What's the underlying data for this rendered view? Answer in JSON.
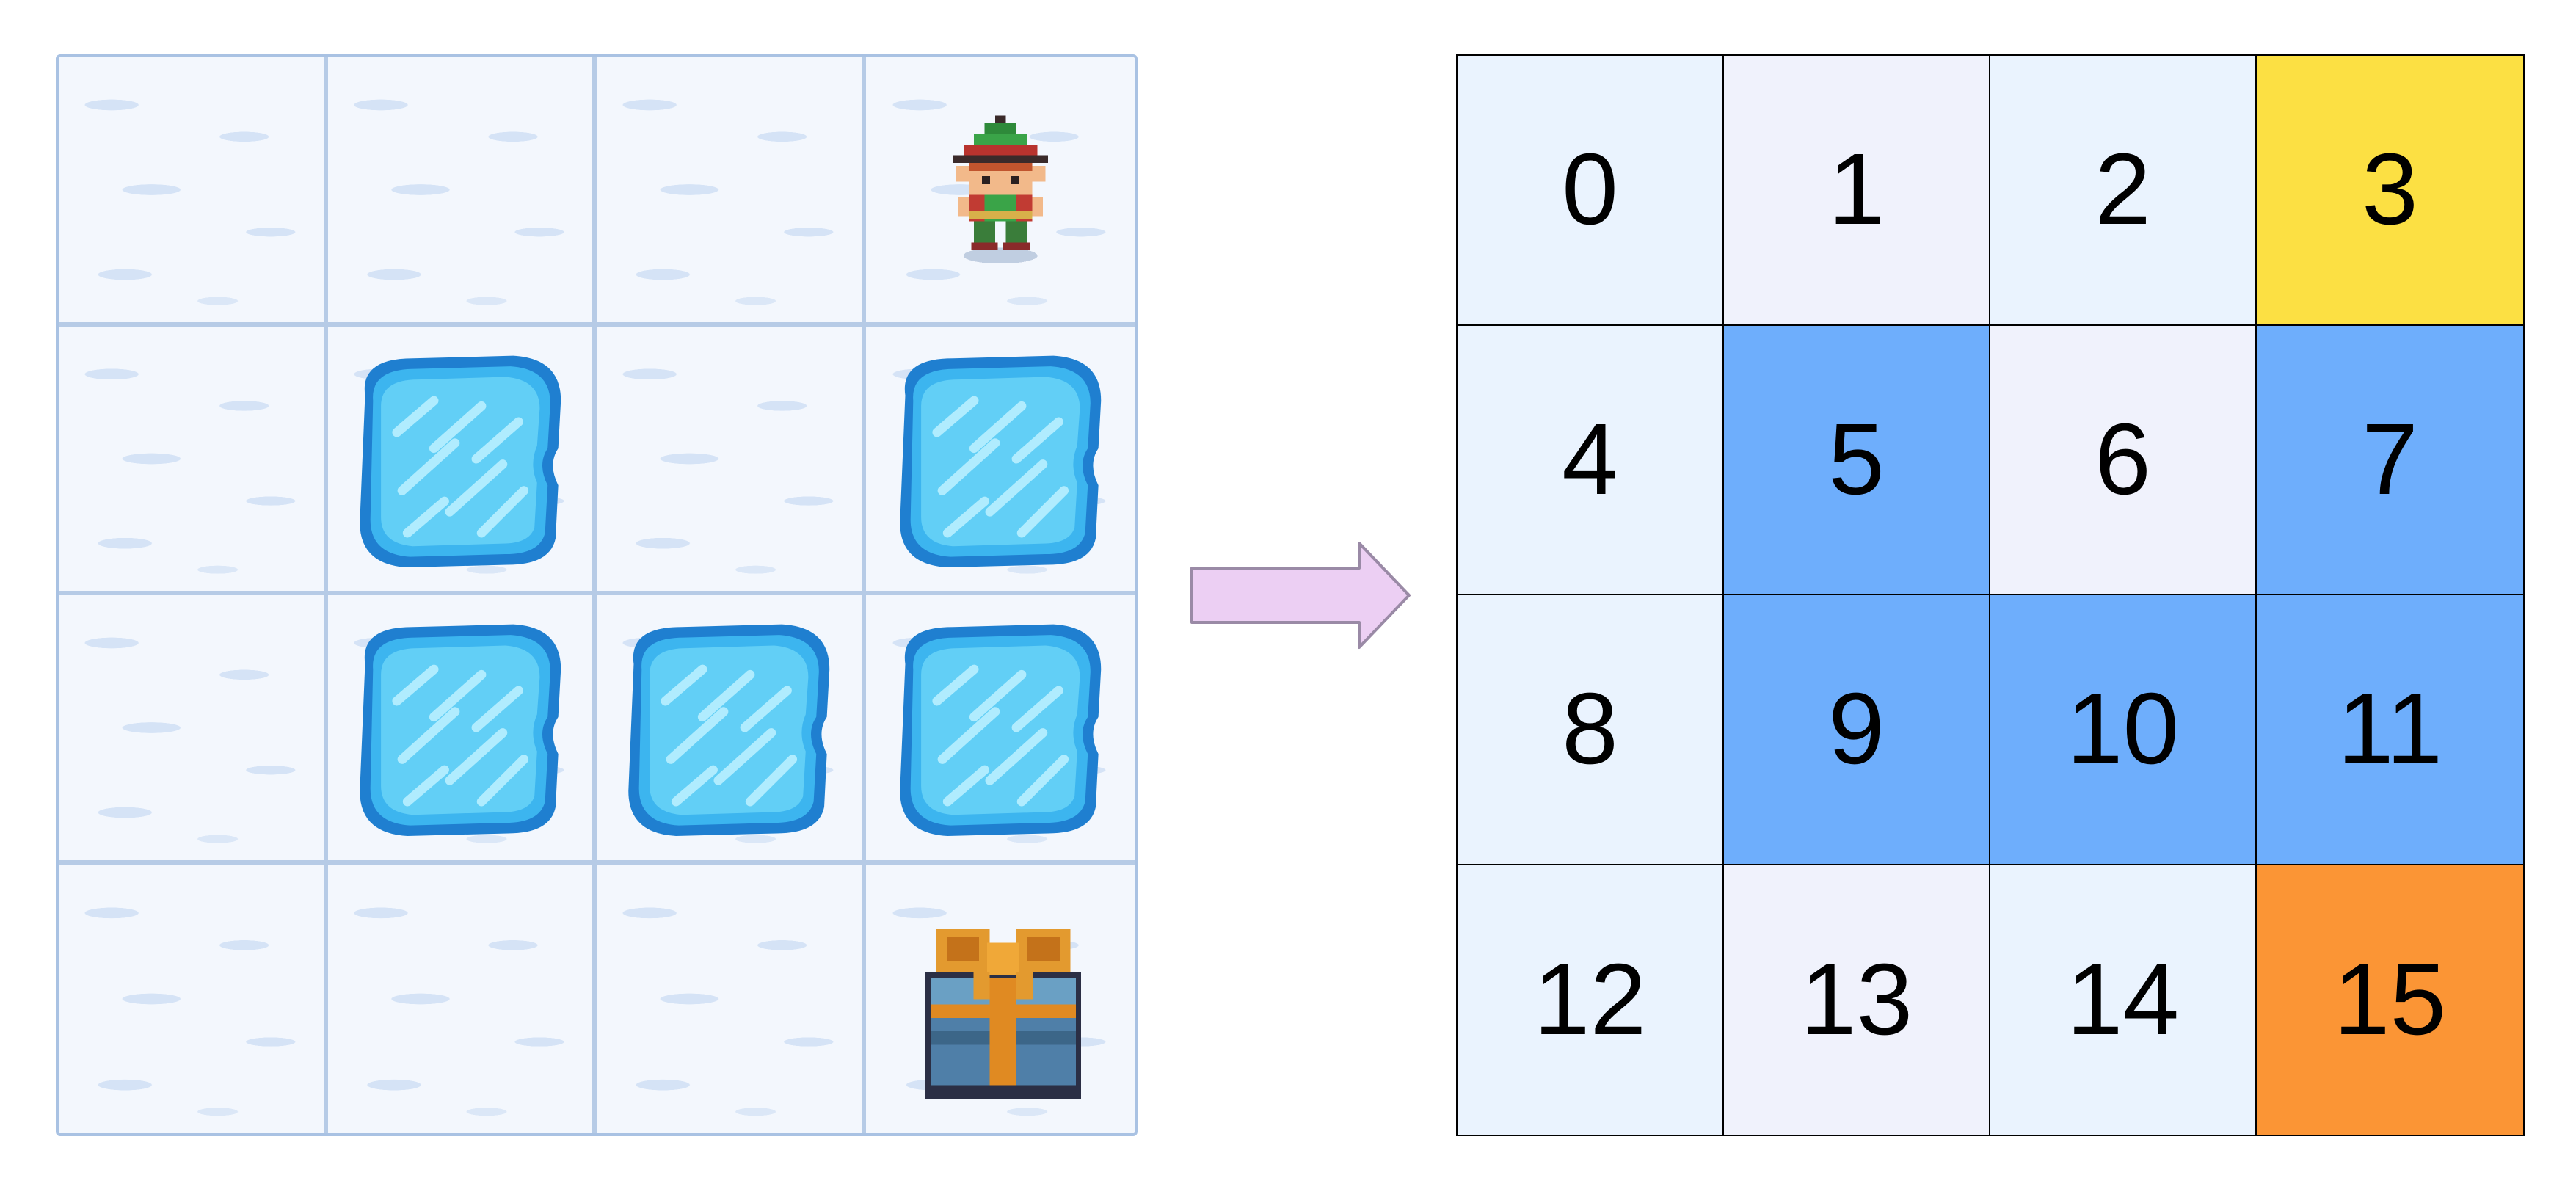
{
  "colors": {
    "start": "#fce043",
    "goal": "#fb9535",
    "hole": "#6eaefc",
    "frozen_light": "#eaf3fe",
    "frozen_alt": "#f0f2fc",
    "arrow_fill": "#eccff3",
    "arrow_stroke": "#9a8aa6"
  },
  "board": {
    "rows": 4,
    "cols": 4,
    "tiles": [
      [
        "F",
        "F",
        "F",
        "S"
      ],
      [
        "F",
        "H",
        "F",
        "H"
      ],
      [
        "F",
        "H",
        "H",
        "H"
      ],
      [
        "F",
        "F",
        "F",
        "G"
      ]
    ],
    "legend": {
      "S": "elf-player",
      "F": "frozen-ice",
      "H": "ice-hole",
      "G": "gift-box"
    }
  },
  "arrow_icon": "right-arrow",
  "state_grid": {
    "cells": [
      {
        "label": "0",
        "kind": "frozen_light"
      },
      {
        "label": "1",
        "kind": "frozen_alt"
      },
      {
        "label": "2",
        "kind": "frozen_light"
      },
      {
        "label": "3",
        "kind": "start"
      },
      {
        "label": "4",
        "kind": "frozen_light"
      },
      {
        "label": "5",
        "kind": "hole"
      },
      {
        "label": "6",
        "kind": "frozen_alt"
      },
      {
        "label": "7",
        "kind": "hole"
      },
      {
        "label": "8",
        "kind": "frozen_light"
      },
      {
        "label": "9",
        "kind": "hole"
      },
      {
        "label": "10",
        "kind": "hole"
      },
      {
        "label": "11",
        "kind": "hole"
      },
      {
        "label": "12",
        "kind": "frozen_light"
      },
      {
        "label": "13",
        "kind": "frozen_alt"
      },
      {
        "label": "14",
        "kind": "frozen_light"
      },
      {
        "label": "15",
        "kind": "goal"
      }
    ]
  }
}
